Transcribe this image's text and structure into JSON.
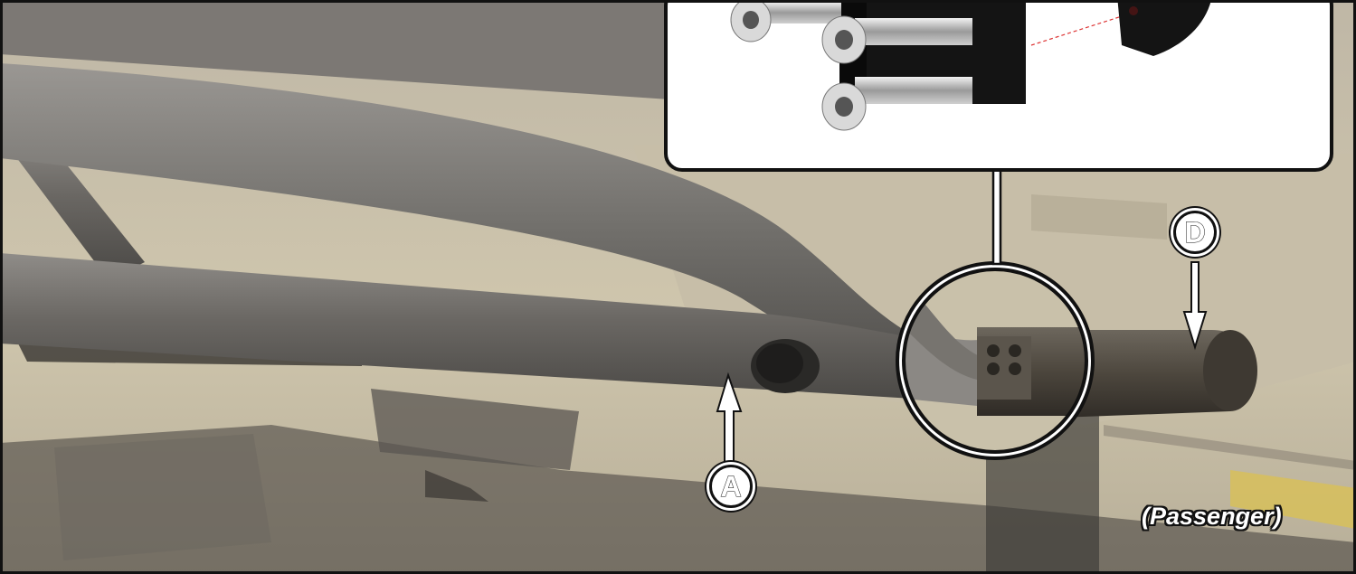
{
  "callouts": {
    "a": {
      "letter": "A"
    },
    "d": {
      "letter": "D"
    }
  },
  "caption": "(Passenger)",
  "colors": {
    "outline": "#111111",
    "tube": "#6e6b67",
    "background_floor": "#c9c2ab",
    "inset_bg": "#ffffff"
  }
}
